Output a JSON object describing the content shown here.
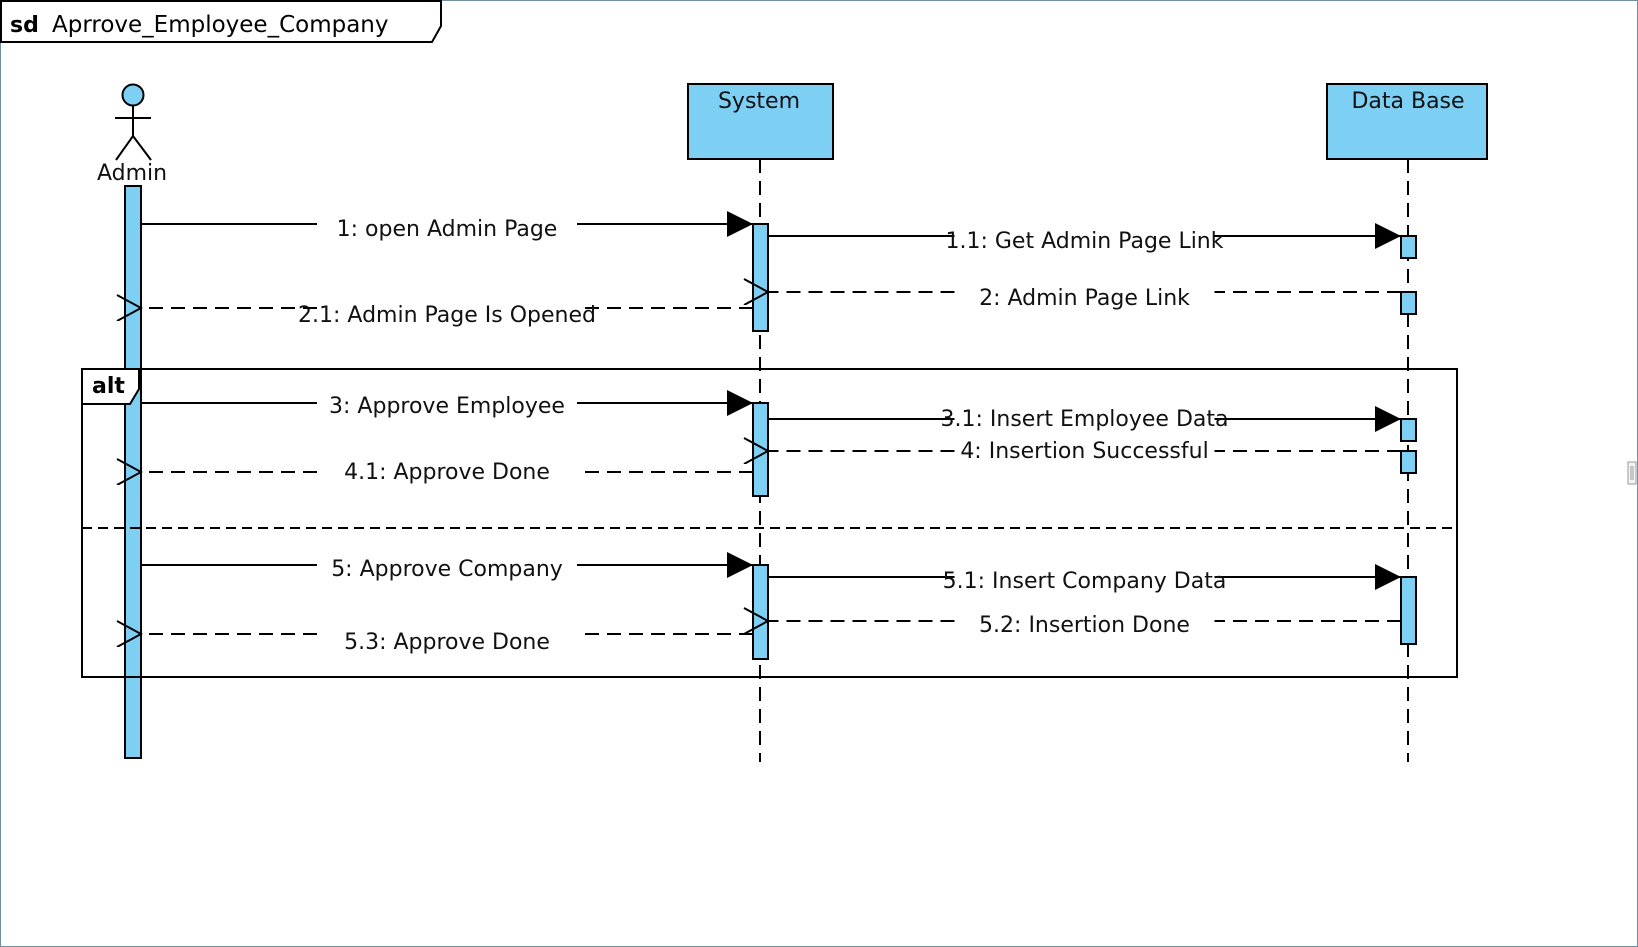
{
  "diagram": {
    "frame_keyword": "sd",
    "frame_name": "Aprrove_Employee_Company",
    "colors": {
      "lifeline_fill": "#7ecff4",
      "stroke": "#000000",
      "background": "#ffffff"
    },
    "lifelines": {
      "admin": {
        "label": "Admin",
        "kind": "actor"
      },
      "system": {
        "label": "System",
        "kind": "object"
      },
      "database": {
        "label": "Data Base",
        "kind": "object"
      }
    },
    "fragment": {
      "operator": "alt"
    },
    "messages": [
      {
        "id": "m1",
        "label": "1: open Admin Page",
        "from": "admin",
        "to": "system",
        "kind": "sync"
      },
      {
        "id": "m11",
        "label": "1.1: Get Admin Page Link",
        "from": "system",
        "to": "database",
        "kind": "sync"
      },
      {
        "id": "m2",
        "label": "2: Admin Page Link",
        "from": "database",
        "to": "system",
        "kind": "reply"
      },
      {
        "id": "m21",
        "label": "2.1: Admin Page Is Opened",
        "from": "system",
        "to": "admin",
        "kind": "reply"
      },
      {
        "id": "m3",
        "label": "3: Approve Employee",
        "from": "admin",
        "to": "system",
        "kind": "sync"
      },
      {
        "id": "m31",
        "label": "3.1: Insert Employee Data",
        "from": "system",
        "to": "database",
        "kind": "sync"
      },
      {
        "id": "m4",
        "label": "4: Insertion Successful",
        "from": "database",
        "to": "system",
        "kind": "reply"
      },
      {
        "id": "m41",
        "label": "4.1: Approve Done",
        "from": "system",
        "to": "admin",
        "kind": "reply"
      },
      {
        "id": "m5",
        "label": "5: Approve Company",
        "from": "admin",
        "to": "system",
        "kind": "sync"
      },
      {
        "id": "m51",
        "label": "5.1: Insert Company Data",
        "from": "system",
        "to": "database",
        "kind": "sync"
      },
      {
        "id": "m52",
        "label": "5.2: Insertion Done",
        "from": "database",
        "to": "system",
        "kind": "reply"
      },
      {
        "id": "m53",
        "label": "5.3: Approve Done",
        "from": "system",
        "to": "admin",
        "kind": "reply"
      }
    ]
  }
}
